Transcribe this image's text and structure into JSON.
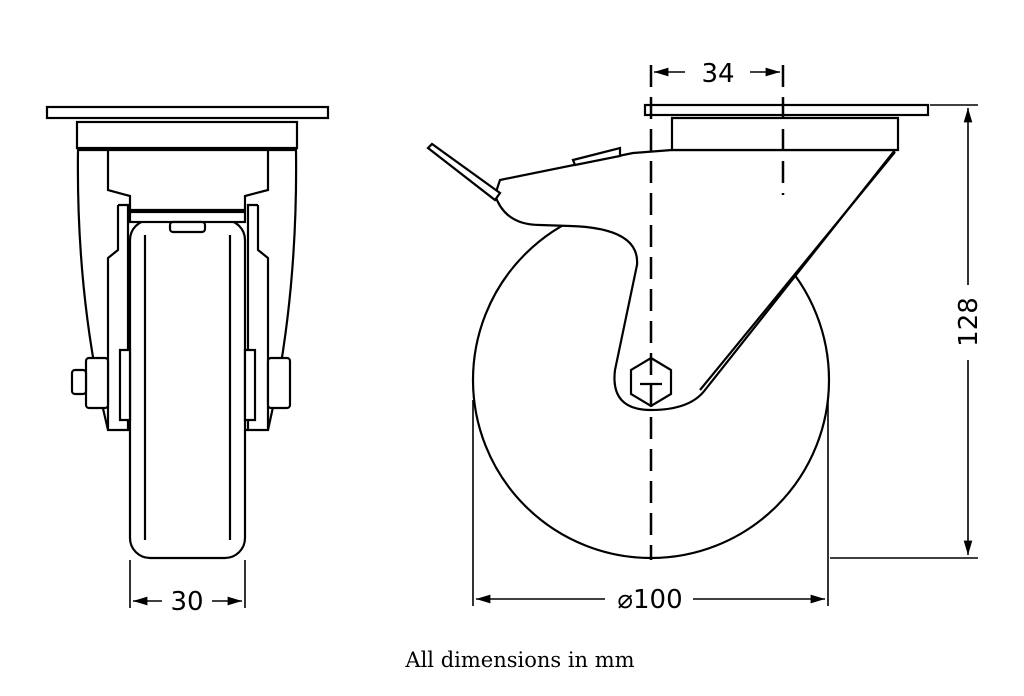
{
  "dimensions": {
    "pivot_offset": "34",
    "overall_height": "128",
    "wheel_diameter": "⌀100",
    "wheel_width": "30"
  },
  "caption": "All dimensions in mm"
}
